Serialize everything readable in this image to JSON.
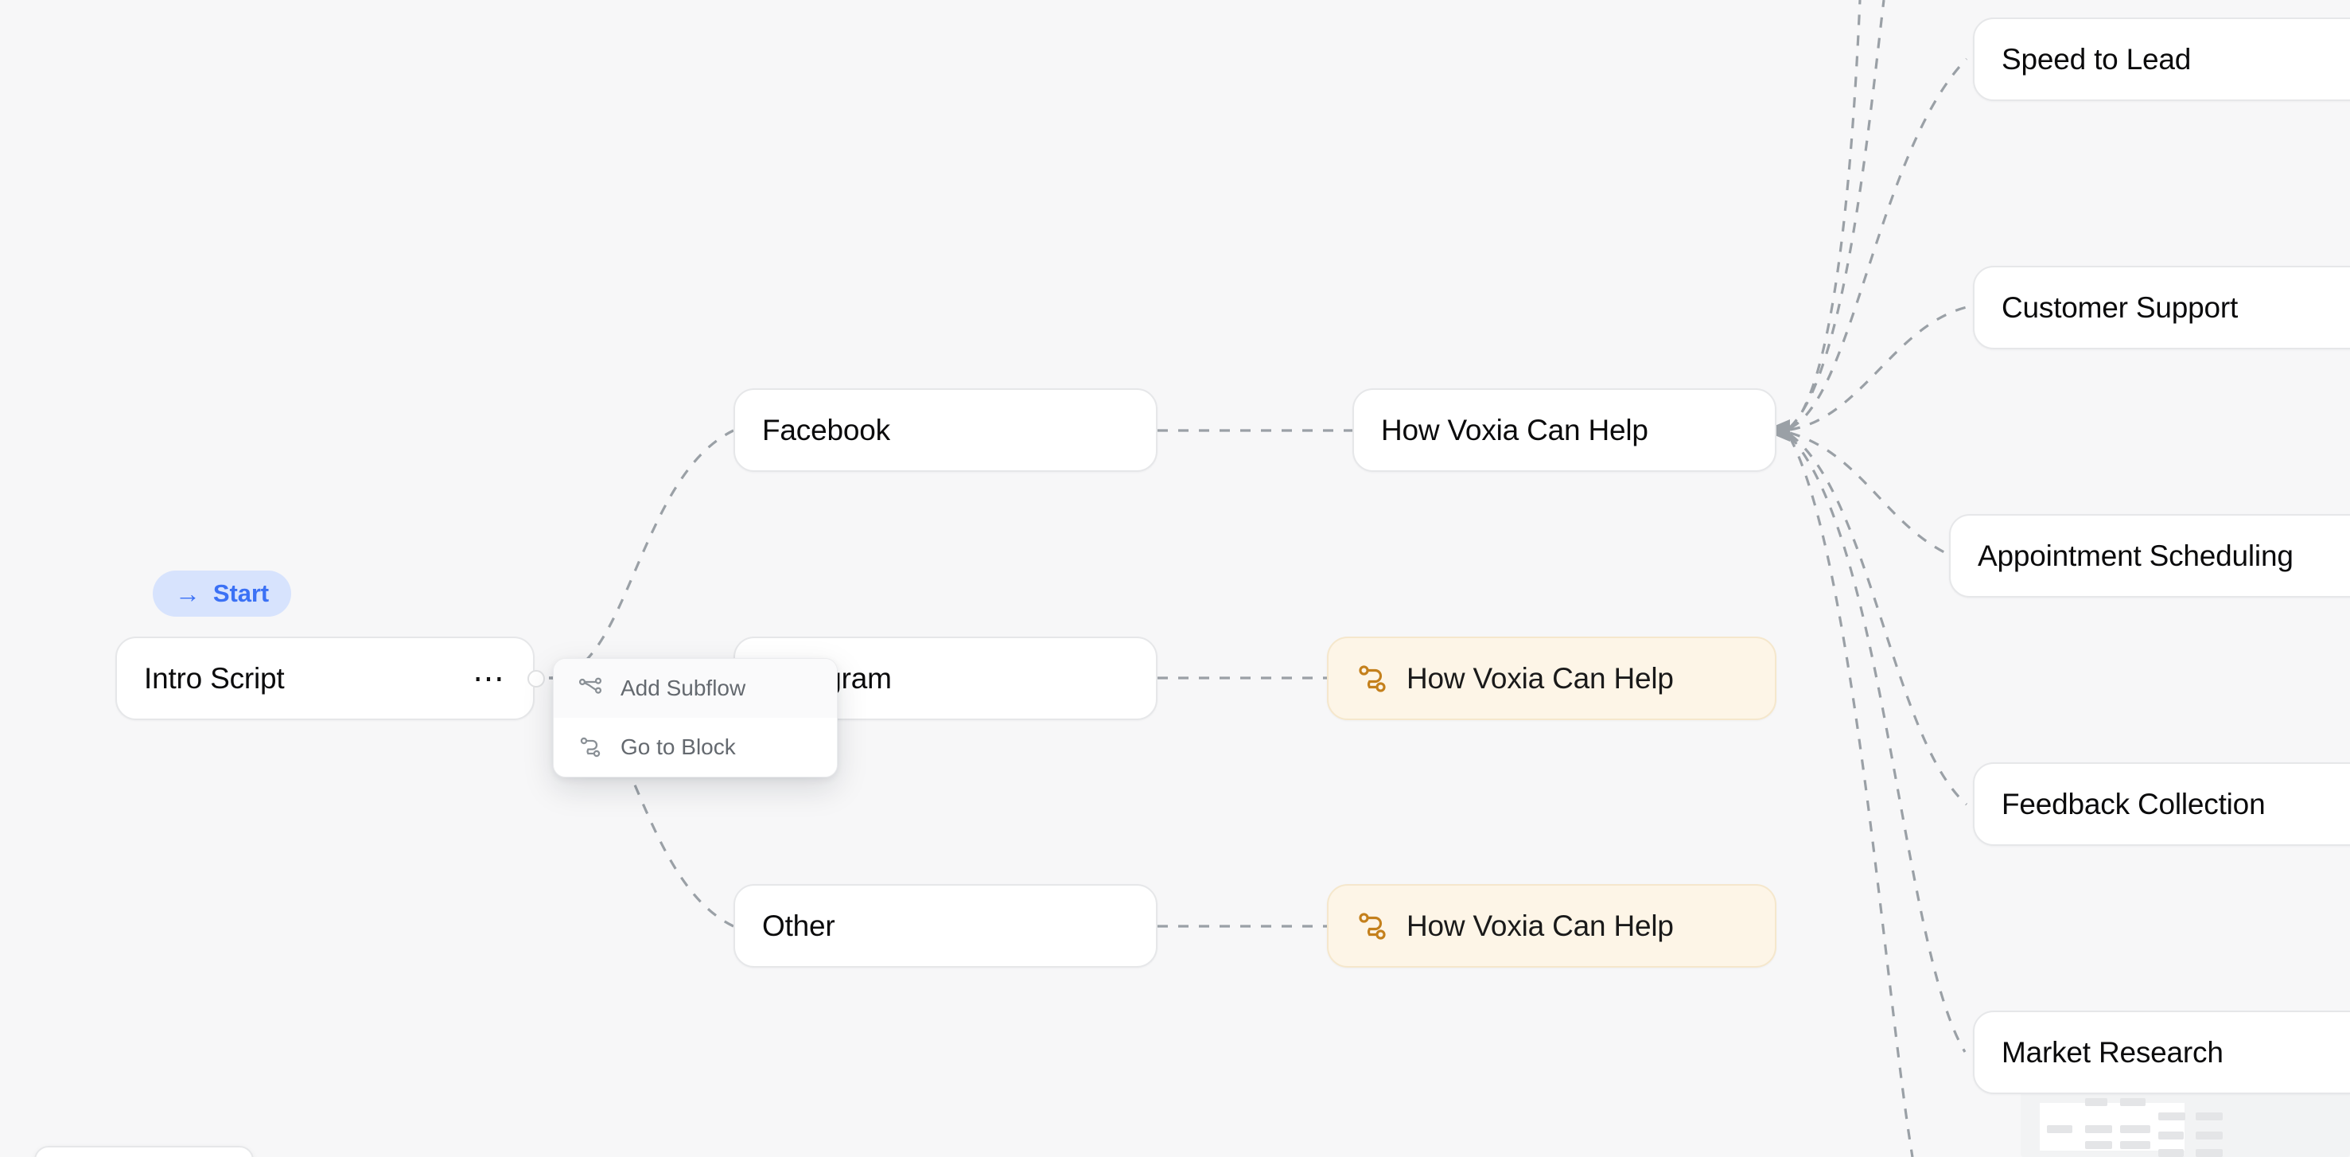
{
  "canvas": {
    "background_color": "#F7F7F8",
    "edge_color": "#9AA0A6",
    "accent_blue": "#3B71F5",
    "accent_blue_bg": "#D7E3FD",
    "accent_amber": "#C4801C",
    "accent_amber_bg": "#FDF5E7"
  },
  "start_badge": {
    "arrow_icon": "arrow-right-icon",
    "label": "Start"
  },
  "nodes": {
    "intro_script": {
      "label": "Intro Script",
      "more_icon": "more-horizontal-icon"
    },
    "facebook": {
      "label": "Facebook"
    },
    "instagram": {
      "label": "Instagram",
      "visible_text": "agram"
    },
    "other": {
      "label": "Other"
    },
    "how_voxia_top": {
      "label": "How Voxia Can Help"
    },
    "how_voxia_mid": {
      "label": "How Voxia Can Help",
      "icon": "subflow-route-icon"
    },
    "how_voxia_bottom": {
      "label": "How Voxia Can Help",
      "icon": "subflow-route-icon"
    },
    "speed_to_lead": {
      "label": "Speed to Lead"
    },
    "customer_support": {
      "label": "Customer Support"
    },
    "appointment_scheduling": {
      "label": "Appointment Scheduling"
    },
    "feedback_collection": {
      "label": "Feedback Collection"
    },
    "market_research": {
      "label": "Market Research"
    }
  },
  "context_menu": {
    "items": [
      {
        "label": "Add Subflow",
        "icon": "add-subflow-icon"
      },
      {
        "label": "Go to Block",
        "icon": "go-to-block-icon"
      }
    ]
  }
}
